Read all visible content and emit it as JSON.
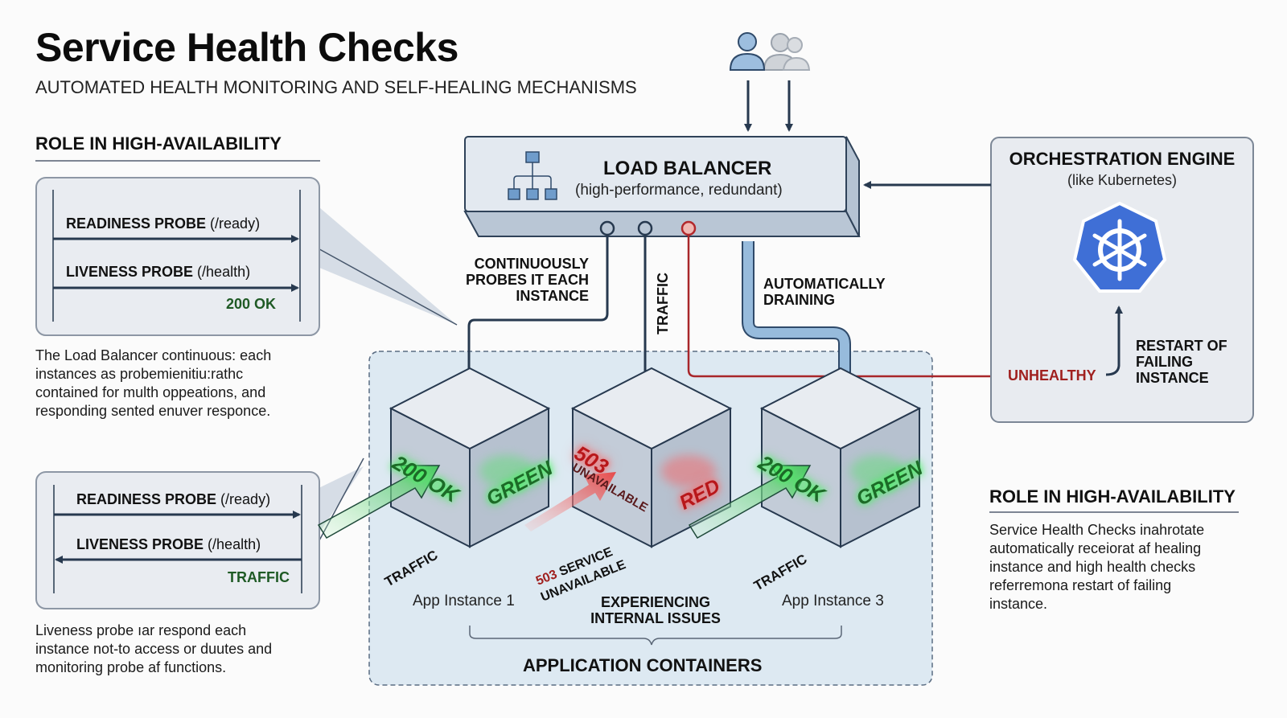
{
  "header": {
    "title": "Service Health Checks",
    "subtitle": "AUTOMATED HEALTH MONITORING AND SELF-HEALING MECHANISMS"
  },
  "left_panel": {
    "heading": "ROLE IN HIGH-AVAILABILITY",
    "probe_box_1": {
      "readiness_name": "READINESS PROBE",
      "readiness_path": " (/ready)",
      "liveness_name": "LIVENESS PROBE",
      "liveness_path": " (/health)",
      "status": "200 OK"
    },
    "description_1": [
      "The Load Balancer continuous: each",
      "instances as probemienitiu:rathc",
      "contained for multh oppeations, and",
      "responding sented enuver responce."
    ],
    "probe_box_2": {
      "readiness_name": "READINESS PROBE",
      "readiness_path": " (/ready)",
      "liveness_name": "LIVENESS PROBE",
      "liveness_path": " (/health)",
      "status": "TRAFFIC"
    },
    "description_2": [
      "Liveness probe ıar respond each",
      "instance not-to access or duutes and",
      "monitoring probe af functions."
    ]
  },
  "users": {
    "icon": "users-icon"
  },
  "load_balancer": {
    "icon": "network-hierarchy-icon",
    "title": "LOAD BALANCER",
    "subtitle": "(high-performance, redundant)",
    "ports": [
      {
        "state": "normal"
      },
      {
        "state": "normal"
      },
      {
        "state": "alert"
      }
    ]
  },
  "flows": {
    "probe_label": [
      "CONTINUOUSLY",
      "PROBES IT EACH",
      "INSTANCE"
    ],
    "traffic_label": "TRAFFIC",
    "draining_label": [
      "AUTOMATICALLY",
      "DRAINING"
    ],
    "unhealthy_label": "UNHEALTHY",
    "restart_label": [
      "RESTART OF",
      "FAILING",
      "INSTANCE"
    ]
  },
  "orchestration": {
    "title": "ORCHESTRATION ENGINE",
    "subtitle": "(like Kubernetes)",
    "icon": "kubernetes-helm-icon"
  },
  "right_panel": {
    "heading": "ROLE IN HIGH-AVAILABILITY",
    "description": [
      "Service Health Checks inahrotate",
      "automatically receiorat af healing",
      "instance and high health checks",
      "referremona restart of failing",
      "instance."
    ]
  },
  "containers": {
    "group_label": "APPLICATION CONTAINERS",
    "instances": [
      {
        "name": "App Instance 1",
        "status_code": "200 OK",
        "health": "GREEN",
        "traffic_label": "TRAFFIC",
        "state": "healthy"
      },
      {
        "name": "EXPERIENCING INTERNAL ISSUES",
        "name_lines": [
          "EXPERIENCING",
          "INTERNAL ISSUES"
        ],
        "status_code": "503",
        "status_text": "UNAVAILABLE",
        "health": "RED",
        "traffic_code": "503",
        "traffic_label_1": "SERVICE",
        "traffic_label_2": "UNAVAILABLE",
        "state": "unhealthy"
      },
      {
        "name": "App Instance 3",
        "status_code": "200 OK",
        "health": "GREEN",
        "traffic_label": "TRAFFIC",
        "state": "healthy"
      }
    ]
  },
  "colors": {
    "dark_navy": "#27394f",
    "alert_red": "#a8262a",
    "healthy_green": "#1c6b27",
    "glow_green": "#4fd86a",
    "kubernetes_blue": "#3f6fd6",
    "drain_blue": "#8fb4d6",
    "container_bg": "#deeaf3"
  }
}
